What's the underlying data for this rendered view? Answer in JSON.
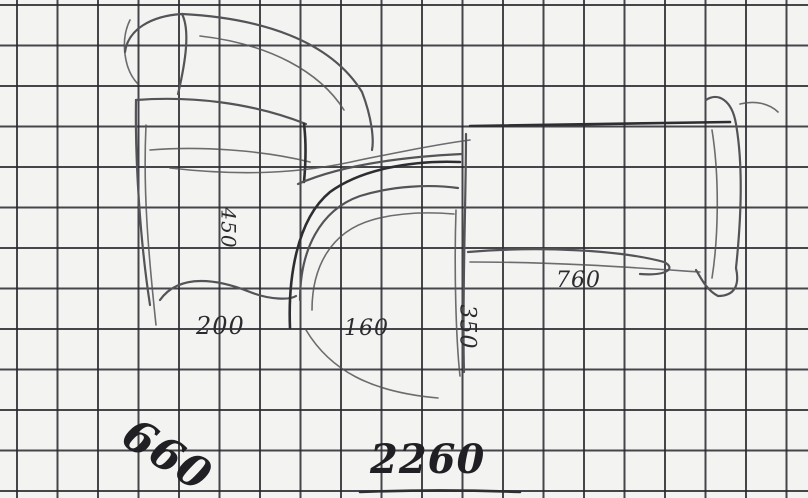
{
  "dimensions": {
    "seat_left": "200",
    "seat_middle": "160",
    "seat_right": "760",
    "height_left": "450",
    "height_right": "350",
    "depth_total": "660",
    "width_total": "2260"
  },
  "colors": {
    "paper": "#f3f3f1",
    "grid": "#28282d",
    "pencil": "#545458"
  }
}
